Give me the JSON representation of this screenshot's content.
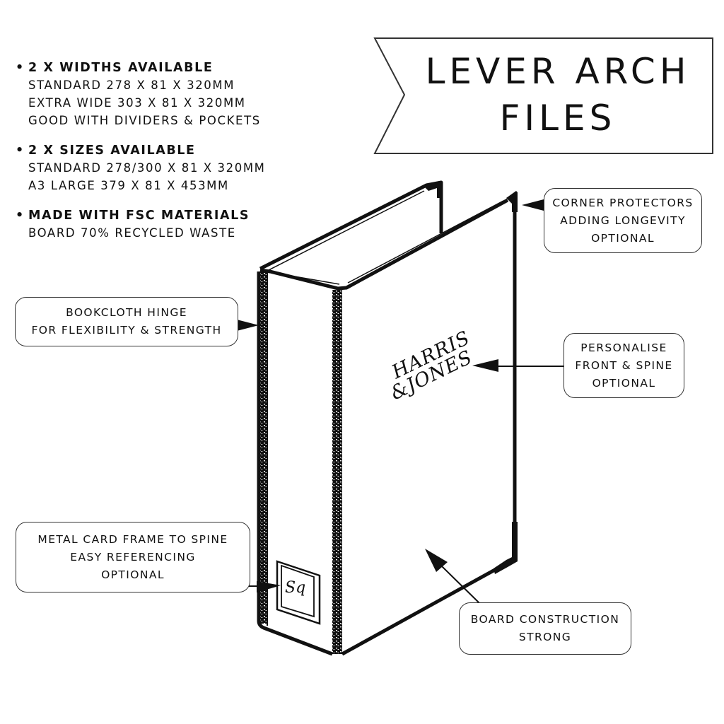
{
  "title": {
    "line1": "LEVER ARCH",
    "line2": "FILES"
  },
  "features": [
    {
      "bullet": "•",
      "heading": "2 X WIDTHS AVAILABLE",
      "lines": [
        "STANDARD 278 X 81 X 320MM",
        "EXTRA WIDE 303 X 81 X 320MM",
        "GOOD WITH DIVIDERS & POCKETS"
      ]
    },
    {
      "bullet": "•",
      "heading": "2 X SIZES AVAILABLE",
      "lines": [
        "STANDARD 278/300 X 81 X 320MM",
        "A3 LARGE 379 X 81 X 453MM"
      ]
    },
    {
      "bullet": "•",
      "heading": "MADE WITH FSC MATERIALS",
      "lines": [
        "BOARD 70% RECYCLED WASTE"
      ]
    }
  ],
  "callouts": {
    "corner_protectors": [
      "CORNER PROTECTORS",
      "ADDING LONGEVITY",
      "OPTIONAL"
    ],
    "bookcloth_hinge": [
      "BOOKCLOTH HINGE",
      "FOR FLEXIBILITY & STRENGTH"
    ],
    "personalise": [
      "PERSONALISE",
      "FRONT & SPINE",
      "OPTIONAL"
    ],
    "metal_card_frame": [
      "METAL CARD FRAME TO SPINE",
      "EASY REFERENCING",
      "OPTIONAL"
    ],
    "board_construction": [
      "BOARD CONSTRUCTION",
      "STRONG"
    ]
  },
  "binder": {
    "cover_text_line1": "HARRIS",
    "cover_text_line2": "&JONES",
    "spine_label_text": "Sq"
  },
  "colors": {
    "ink": "#111111",
    "background": "#ffffff",
    "callout_border": "#333333"
  }
}
